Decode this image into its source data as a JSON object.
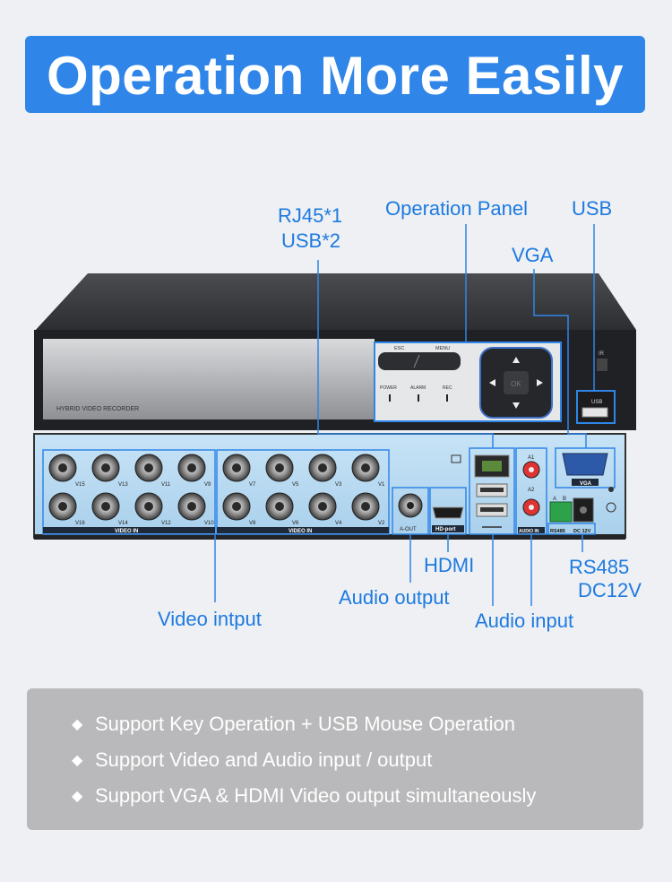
{
  "banner": {
    "title": "Operation More Easily"
  },
  "callouts": {
    "rj45": "RJ45*1",
    "usb2": "USB*2",
    "operation_panel": "Operation Panel",
    "usb": "USB",
    "vga": "VGA",
    "hdmi": "HDMI",
    "audio_output": "Audio output",
    "video_input": "Video intput",
    "audio_input": "Audio input",
    "rs485": "RS485",
    "dc12v": "DC12V"
  },
  "device": {
    "front_brand": "HYBRID VIDEO RECORDER",
    "buttons": {
      "esc": "ESC",
      "menu": "MENU",
      "ok": "OK"
    },
    "leds": [
      "POWER",
      "ALARM",
      "REC"
    ],
    "ir": "IR",
    "front_usb": "USB",
    "bnc_top_left": [
      "V15",
      "V13",
      "V11",
      "V9"
    ],
    "bnc_bottom_left": [
      "V16",
      "V14",
      "V12",
      "V10"
    ],
    "bnc_top_right": [
      "V7",
      "V5",
      "V3",
      "V1"
    ],
    "bnc_bottom_right": [
      "V8",
      "V6",
      "V4",
      "V2"
    ],
    "video_in_label": "VIDEO IN",
    "aout_label": "A-OUT",
    "hdport_label": "HD-port",
    "audio_in_label": "AUDIO IN",
    "audio_channels": [
      "A1",
      "A2"
    ],
    "rs485_label": "RS485",
    "rs485_pins": [
      "A",
      "B"
    ],
    "dc_label": "DC 12V",
    "vga_label": "VGA"
  },
  "features": [
    "Support Key Operation + USB Mouse Operation",
    "Support Video and Audio input / output",
    "Support VGA & HDMI Video output simultaneously"
  ],
  "colors": {
    "accent": "#2f86e8",
    "callout_text": "#1e7ae0",
    "feature_bg": "#b9b9bb"
  }
}
